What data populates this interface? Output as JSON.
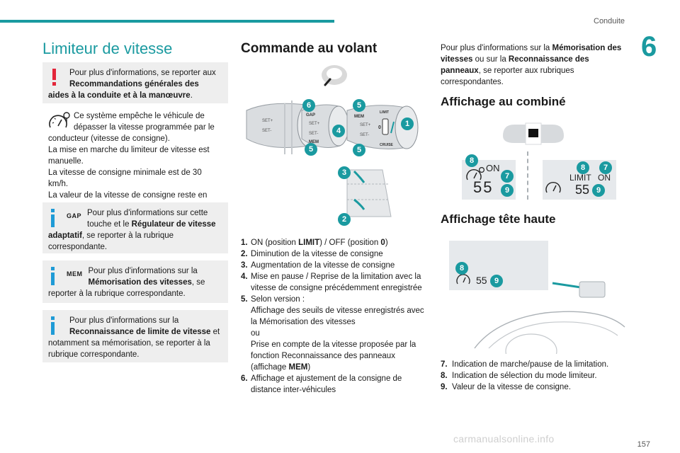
{
  "header": {
    "section": "Conduite",
    "chapter": "6",
    "page": "157"
  },
  "watermark": "carmanualsonline.info",
  "left": {
    "title": "Limiteur de vitesse",
    "warning": {
      "pre": "Pour plus d'informations, se reporter aux ",
      "bold": "Recommandations générales des aides à la conduite et à la manœuvre",
      "post": "."
    },
    "description": {
      "line1": "Ce système empêche le véhicule de dépasser la vitesse programmée par le conducteur (vitesse de consigne).",
      "line2": "La mise en marche du limiteur de vitesse est manuelle.",
      "line3": "La vitesse de consigne minimale est de 30 km/h.",
      "line4": "La valeur de la vitesse de consigne reste en mémoire à la coupure du contact."
    },
    "info_gap": {
      "tag": "GAP",
      "pre": "Pour plus d'informations sur cette touche et le ",
      "bold1": "Régulateur de vitesse adaptatif",
      "post": ", se reporter à la rubrique correspondante."
    },
    "info_mem": {
      "tag": "MEM",
      "pre": "Pour plus d'informations sur la ",
      "bold1": "Mémorisation des vitesses",
      "post": ", se reporter à la rubrique correspondante."
    },
    "info_recog": {
      "pre": "Pour plus d'informations sur la ",
      "bold1": "Reconnaissance de limite de vitesse",
      "post": " et notamment sa mémorisation, se reporter à la rubrique correspondante."
    }
  },
  "middle": {
    "title": "Commande au volant",
    "stalk_labels": {
      "set_plus": "SET+",
      "set_minus": "SET-",
      "gap": "GAP",
      "mem": "MEM",
      "limit": "LIMIT",
      "zero": "0",
      "cruise": "CRUISE"
    },
    "badges": [
      "1",
      "2",
      "3",
      "4",
      "5",
      "5",
      "5",
      "6"
    ],
    "items": [
      {
        "n": "1.",
        "pre": "ON (position ",
        "bold": "LIMIT",
        "mid": ") / OFF (position ",
        "bold2": "0",
        "post": ")"
      },
      {
        "n": "2.",
        "text": "Diminution de la vitesse de consigne"
      },
      {
        "n": "3.",
        "text": "Augmentation de la vitesse de consigne"
      },
      {
        "n": "4.",
        "text": "Mise en pause / Reprise de la limitation avec la vitesse de consigne précédemment enregistrée"
      },
      {
        "n": "5.",
        "text": "Selon version :"
      },
      {
        "n": "",
        "text": "Affichage des seuils de vitesse enregistrés avec la Mémorisation des vitesses"
      },
      {
        "n": "",
        "text": "ou"
      },
      {
        "n": "",
        "text": "Prise en compte de la vitesse proposée par la fonction Reconnaissance des panneaux"
      },
      {
        "n": "",
        "pre": "(affichage ",
        "bold": "MEM",
        "post": ")"
      },
      {
        "n": "6.",
        "text": "Affichage et ajustement de la consigne de distance inter-véhicules"
      }
    ]
  },
  "right": {
    "intro": {
      "pre": "Pour plus d'informations sur la ",
      "bold1": "Mémorisation des vitesses",
      "mid": " ou sur la ",
      "bold2": "Reconnaissance des panneaux",
      "post": ", se reporter aux rubriques correspondantes."
    },
    "cluster_title": "Affichage au combiné",
    "cluster_left": {
      "on": "ON",
      "speed": "55",
      "badges": [
        "8",
        "7",
        "9"
      ]
    },
    "cluster_right": {
      "limit": "LIMIT",
      "on": "ON",
      "speed": "55",
      "badges": [
        "8",
        "7",
        "9"
      ]
    },
    "hud_title": "Affichage tête haute",
    "hud": {
      "speed": "55",
      "badges": [
        "8",
        "9"
      ]
    },
    "items": [
      {
        "n": "7.",
        "text": "Indication de marche/pause de la limitation."
      },
      {
        "n": "8.",
        "text": "Indication de sélection du mode limiteur."
      },
      {
        "n": "9.",
        "text": "Valeur de la vitesse de consigne."
      }
    ]
  }
}
